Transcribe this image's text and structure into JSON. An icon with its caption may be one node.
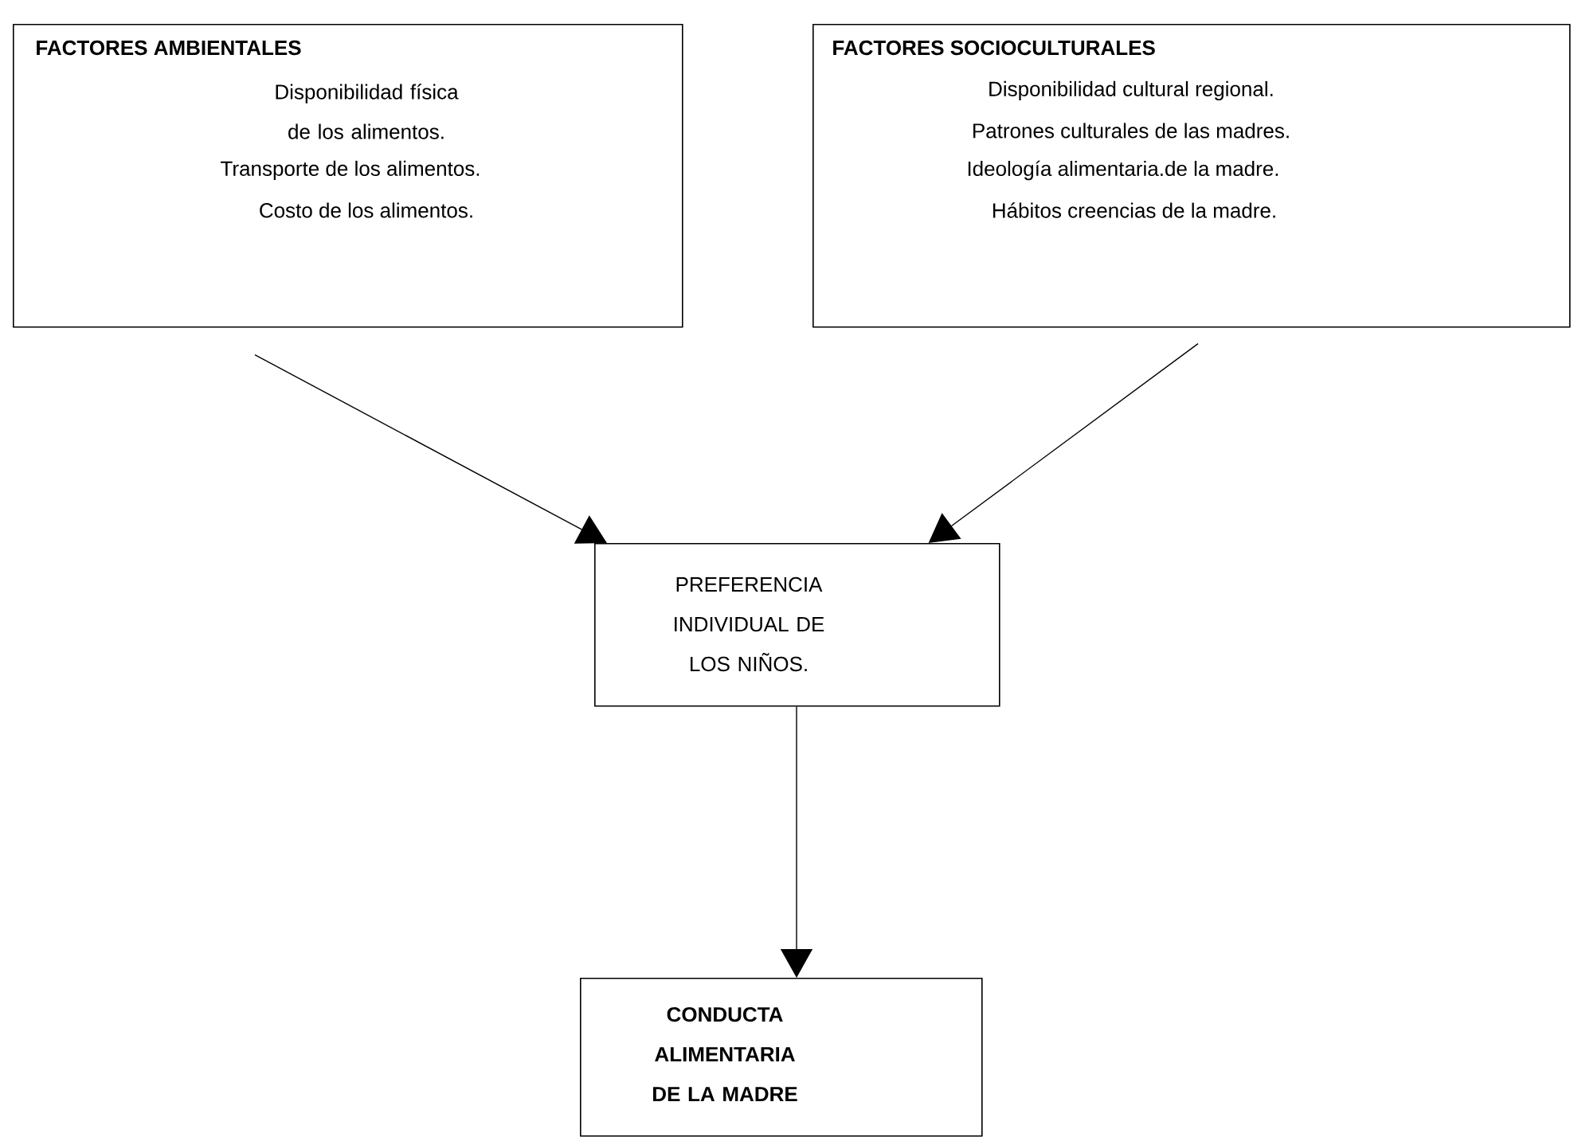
{
  "diagram": {
    "nodes": [
      {
        "text": [
          "FACTORES AMBIENTALES",
          "Disponibilidad física de los alimentos.",
          "Transporte de los alimentos.",
          "Costo de los alimentos."
        ]
      },
      {
        "text": [
          "FACTORES SOCIOCULTURALES",
          "Disponibilidad cultural regional.",
          "Patrones culturales de las madres.",
          "Ideología alimentaria.de la madre.",
          "Hábitos creencias de la madre."
        ]
      },
      {
        "text": [
          "PREFERENCIA INDIVIDUAL DE LOS NIÑOS."
        ]
      },
      {
        "text": [
          "CONDUCTA ALIMENTARIA DE LA MADRE"
        ]
      }
    ],
    "edges": [
      {
        "from": 0,
        "to": 2,
        "arrow": "to"
      },
      {
        "from": 1,
        "to": 2,
        "arrow": "to"
      },
      {
        "from": 2,
        "to": 3,
        "arrow": "to"
      }
    ]
  }
}
